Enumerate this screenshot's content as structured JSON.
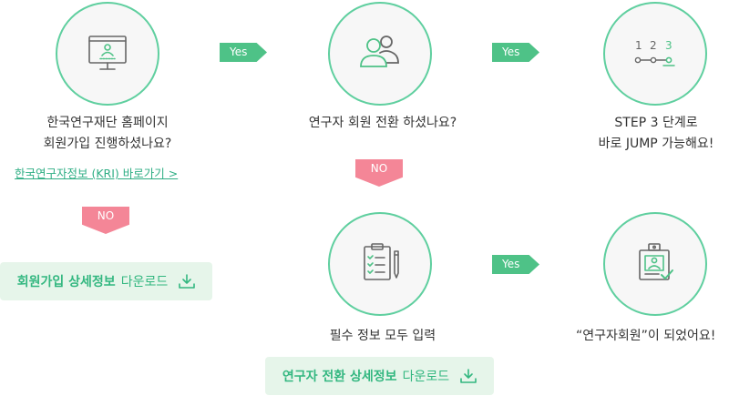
{
  "steps": {
    "signup": {
      "line1": "한국연구재단 홈페이지",
      "line2": "회원가입 진행하셨나요?",
      "link": "한국연구자정보 (KRI) 바로가기 >",
      "icon": "computer-user-icon"
    },
    "convert": {
      "line1": "연구자 회원 전환 하셨나요?",
      "icon": "users-icon"
    },
    "step3": {
      "line1": "STEP 3 단계로",
      "line2": "바로 JUMP 가능해요!",
      "icon": "steps-123-icon"
    },
    "required": {
      "line1": "필수 정보 모두 입력",
      "icon": "clipboard-checklist-icon"
    },
    "done": {
      "line1": "“연구자회원”이 되었어요!",
      "icon": "id-card-check-icon"
    }
  },
  "badges": {
    "yes": "Yes",
    "no": "NO"
  },
  "buttons": {
    "signup_detail": {
      "strong": "회원가입 상세정보",
      "plain": "다운로드"
    },
    "convert_detail": {
      "strong": "연구자 전환 상세정보",
      "plain": "다운로드"
    }
  },
  "colors": {
    "accent": "#5fcf9f",
    "yes": "#4ec287",
    "no": "#f48697",
    "button_bg": "#e6f5ea",
    "button_text": "#33b780"
  }
}
